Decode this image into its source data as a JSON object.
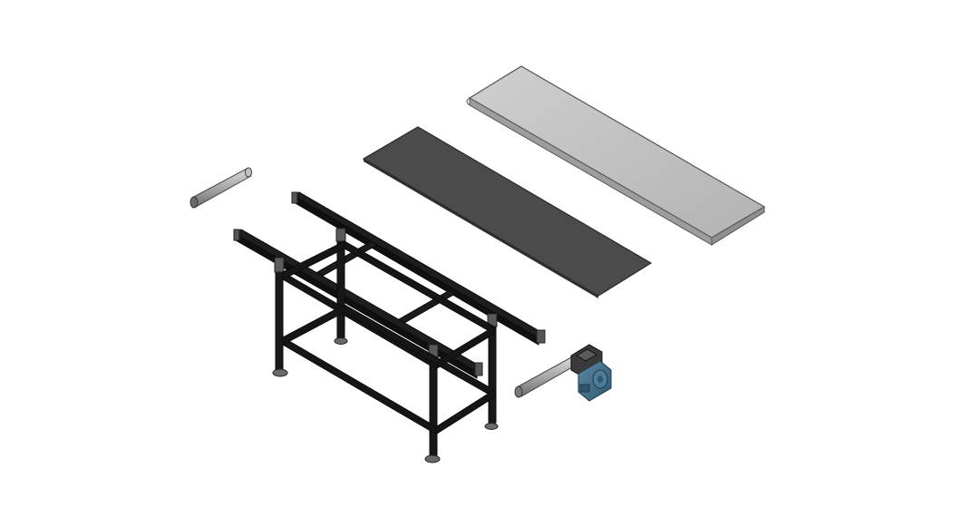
{
  "colors": {
    "background": "#ffffff",
    "belt_dark": "#4a4a4a",
    "cover_light": "#bfbfbf",
    "frame_black": "#141414",
    "roller_gray": "#9a9a9a",
    "motor_blue": "#3f6f8c"
  },
  "parts": [
    {
      "name": "idler-roller",
      "icon": "cylinder-icon"
    },
    {
      "name": "conveyor-frame",
      "icon": "frame-icon"
    },
    {
      "name": "belt",
      "icon": "belt-icon"
    },
    {
      "name": "slider-bed",
      "icon": "bed-icon"
    },
    {
      "name": "drive-roller",
      "icon": "cylinder-icon"
    },
    {
      "name": "gear-motor",
      "icon": "motor-icon"
    }
  ]
}
